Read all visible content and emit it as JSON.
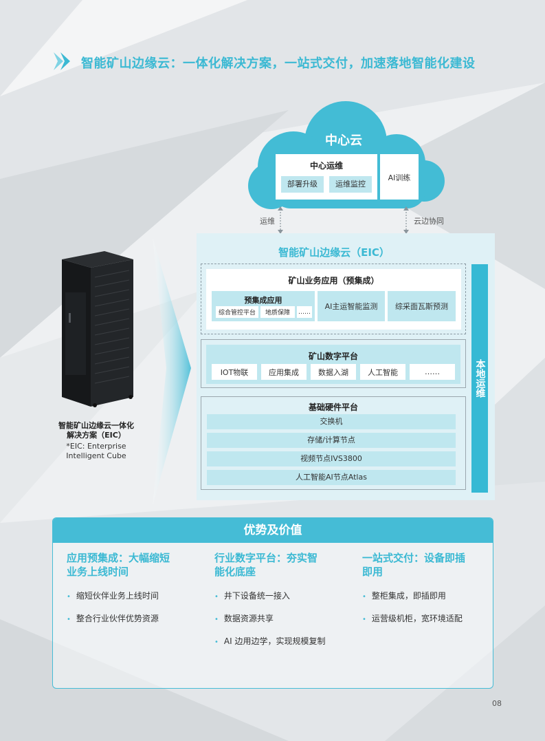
{
  "header": {
    "title": "智能矿山边缘云：一体化解决方案，一站式交付，加速落地智能化建设"
  },
  "cloud": {
    "title": "中心云",
    "ops_box": {
      "title": "中心运维",
      "items": [
        "部署升级",
        "运维监控"
      ]
    },
    "ai_training": "AI训练"
  },
  "connectors": {
    "left_label": "运维",
    "right_label": "云边协同"
  },
  "server": {
    "caption_line1": "智能矿山边缘云一体化",
    "caption_line2": "解决方案（EIC）",
    "note_line1": "*EIC: Enterprise",
    "note_line2": "Intelligent Cube"
  },
  "eic": {
    "title": "智能矿山边缘云（EIC）",
    "local_ops": "本地运维",
    "business_apps": {
      "title": "矿山业务应用（预集成）",
      "preintegrated": {
        "title": "预集成应用",
        "items": [
          "综合管控平台",
          "地质保障",
          "……"
        ]
      },
      "apps": [
        "AI主运智能监测",
        "综采面瓦斯预测"
      ]
    },
    "digital_platform": {
      "title": "矿山数字平台",
      "items": [
        "IOT物联",
        "应用集成",
        "数据入湖",
        "人工智能",
        "……"
      ]
    },
    "hardware_platform": {
      "title": "基础硬件平台",
      "items": [
        "交换机",
        "存储/计算节点",
        "视频节点IVS3800",
        "人工智能AI节点Atlas"
      ]
    }
  },
  "advantages": {
    "title": "优势及价值",
    "columns": [
      {
        "title_line1": "应用预集成：大幅缩短",
        "title_line2": "业务上线时间",
        "items": [
          "缩短伙伴业务上线时间",
          "整合行业伙伴优势资源"
        ]
      },
      {
        "title_line1": "行业数字平台：夯实智",
        "title_line2": "能化底座",
        "items": [
          "井下设备统一接入",
          "数据资源共享",
          "AI 边用边学，实现规模复制"
        ]
      },
      {
        "title_line1": "一站式交付：设备即插",
        "title_line2": "即用",
        "items": [
          "整柜集成，即插即用",
          "运营级机柜，宽环境适配"
        ]
      }
    ]
  },
  "page_number": "08",
  "colors": {
    "accent": "#3bb9d3",
    "chip_fill": "#bfe7ef",
    "panel_fill": "#dff1f6"
  }
}
